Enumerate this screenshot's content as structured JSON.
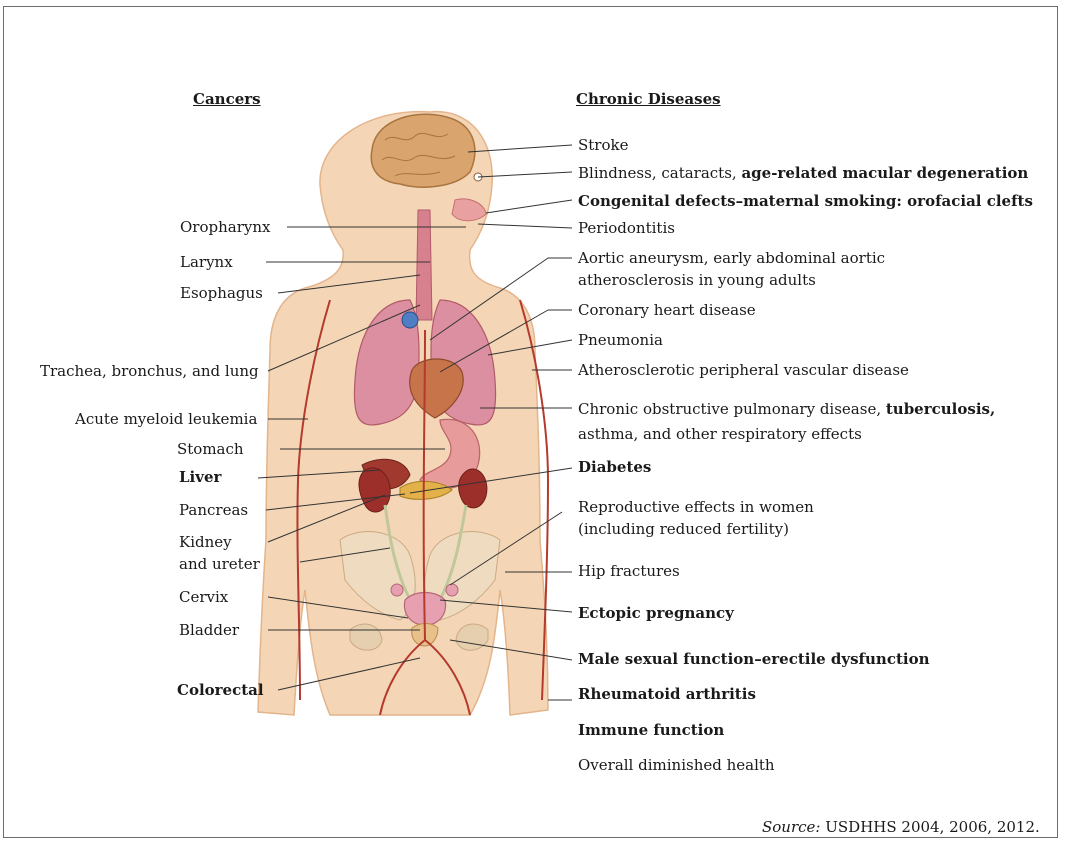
{
  "headings": {
    "cancers": "Cancers",
    "chronic": "Chronic Diseases"
  },
  "cancers": [
    {
      "id": "oropharynx",
      "text": "Oropharynx",
      "bold": false
    },
    {
      "id": "larynx",
      "text": "Larynx",
      "bold": false
    },
    {
      "id": "esophagus",
      "text": "Esophagus",
      "bold": false
    },
    {
      "id": "lung",
      "text": "Trachea, bronchus, and lung",
      "bold": false
    },
    {
      "id": "leukemia",
      "text": "Acute myeloid leukemia",
      "bold": false
    },
    {
      "id": "stomach",
      "text": "Stomach",
      "bold": false
    },
    {
      "id": "liver",
      "text": "Liver",
      "bold": true
    },
    {
      "id": "pancreas",
      "text": "Pancreas",
      "bold": false
    },
    {
      "id": "kidney1",
      "text": "Kidney",
      "bold": false
    },
    {
      "id": "kidney2",
      "text": "and ureter",
      "bold": false
    },
    {
      "id": "cervix",
      "text": "Cervix",
      "bold": false
    },
    {
      "id": "bladder",
      "text": "Bladder",
      "bold": false
    },
    {
      "id": "colorectal",
      "text": "Colorectal",
      "bold": true
    }
  ],
  "chronic": [
    {
      "id": "stroke",
      "text": "Stroke"
    },
    {
      "id": "blind_a",
      "text": "Blindness, cataracts, "
    },
    {
      "id": "blind_b",
      "text": "age-related macular degeneration"
    },
    {
      "id": "congenital",
      "text": "Congenital defects–maternal smoking: orofacial clefts"
    },
    {
      "id": "perio",
      "text": "Periodontitis"
    },
    {
      "id": "aortic1",
      "text": "Aortic aneurysm, early abdominal aortic"
    },
    {
      "id": "aortic2",
      "text": "atherosclerosis in young adults"
    },
    {
      "id": "coronary",
      "text": "Coronary heart disease"
    },
    {
      "id": "pneumonia",
      "text": "Pneumonia"
    },
    {
      "id": "athero",
      "text": "Atherosclerotic peripheral vascular disease"
    },
    {
      "id": "copd_a",
      "text": "Chronic obstructive pulmonary disease, "
    },
    {
      "id": "copd_b",
      "text": "tuberculosis,"
    },
    {
      "id": "copd2",
      "text": "asthma, and other respiratory effects"
    },
    {
      "id": "diabetes",
      "text": "Diabetes"
    },
    {
      "id": "repro1",
      "text": "Reproductive effects in women"
    },
    {
      "id": "repro2",
      "text": "(including reduced fertility)"
    },
    {
      "id": "hip",
      "text": "Hip fractures"
    },
    {
      "id": "ectopic",
      "text": "Ectopic pregnancy"
    },
    {
      "id": "male",
      "text": "Male sexual function–erectile dysfunction"
    },
    {
      "id": "rheum",
      "text": "Rheumatoid arthritis"
    },
    {
      "id": "immune",
      "text": "Immune function"
    },
    {
      "id": "overall",
      "text": "Overall diminished health"
    }
  ],
  "source": {
    "label": "Source:",
    "text": " USDHHS 2004, 2006, 2012."
  },
  "colors": {
    "skin": "#f3d2b0",
    "skin_edge": "#e7b98f",
    "artery": "#b53a2e",
    "lung": "#d98a9a",
    "brain": "#d7a26e",
    "kidney": "#9c2f2a",
    "bone": "#efdcc0"
  }
}
